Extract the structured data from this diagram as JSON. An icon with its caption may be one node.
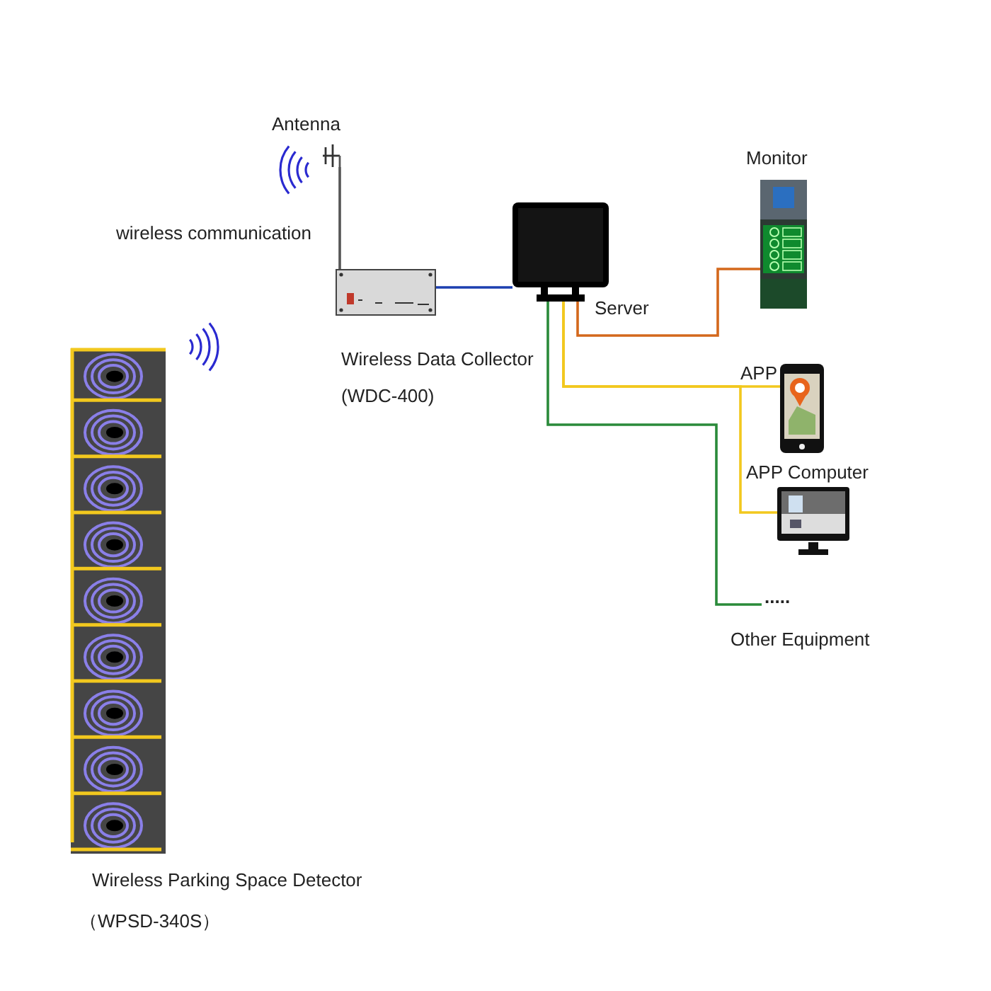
{
  "diagram": {
    "nodes": [
      {
        "text": [
          "Antenna"
        ]
      },
      {
        "text": [
          "Wireless Data Collector",
          "(WDC-400)"
        ]
      },
      {
        "text": [
          "Server"
        ]
      },
      {
        "text": [
          "Monitor"
        ]
      },
      {
        "text": [
          "APP"
        ]
      },
      {
        "text": [
          "APP Computer"
        ]
      },
      {
        "text": [
          ".....",
          "Other Equipment"
        ]
      },
      {
        "text": [
          "Wireless Parking Space Detector",
          "（WPSD-340S）"
        ]
      }
    ],
    "edges": [
      {
        "from": 0,
        "to": 1,
        "arrow": "none",
        "color": "#555555"
      },
      {
        "from": 1,
        "to": 2,
        "arrow": "none",
        "color": "#1c3fb0"
      },
      {
        "from": 2,
        "to": 3,
        "arrow": "none",
        "color": "#d4681c"
      },
      {
        "from": 2,
        "to": 4,
        "arrow": "none",
        "color": "#f2c81e"
      },
      {
        "from": 2,
        "to": 5,
        "arrow": "none",
        "color": "#f2c81e"
      },
      {
        "from": 2,
        "to": 6,
        "arrow": "none",
        "color": "#2a8a3a"
      }
    ],
    "labels": [
      "wireless communication"
    ]
  }
}
